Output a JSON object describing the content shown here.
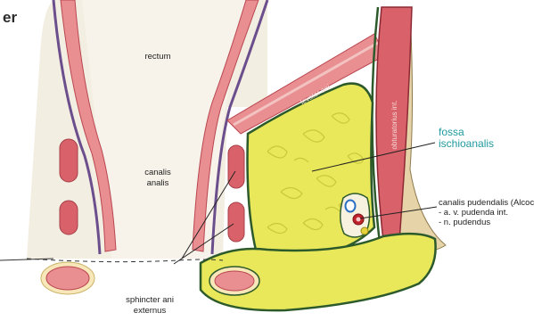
{
  "header_fragment": "er",
  "labels": {
    "rectum": "rectum",
    "canalis_line1": "canalis",
    "canalis_line2": "analis",
    "levator": "levator ani",
    "obturatorius": "obturatorius int.",
    "fossa_line1": "fossa",
    "fossa_line2": "ischioanalis",
    "pudendal_title": "canalis pudendalis (Alcoc",
    "pudendal_item1": "- a. v. pudenda int.",
    "pudendal_item2": "- n. pudendus",
    "sphincter_line1": "sphincter ani",
    "sphincter_line2": "externus"
  },
  "colors": {
    "muscle": "#d9616a",
    "muscle_light": "#e98f92",
    "fat_yellow": "#e8e85a",
    "fat_dark": "#c9c83a",
    "tissue_beige": "#f3eee2",
    "bone": "#e6d3a8",
    "outline": "#2d5a2b",
    "teal": "#1f9a9e",
    "purple": "#6b4e8c"
  }
}
